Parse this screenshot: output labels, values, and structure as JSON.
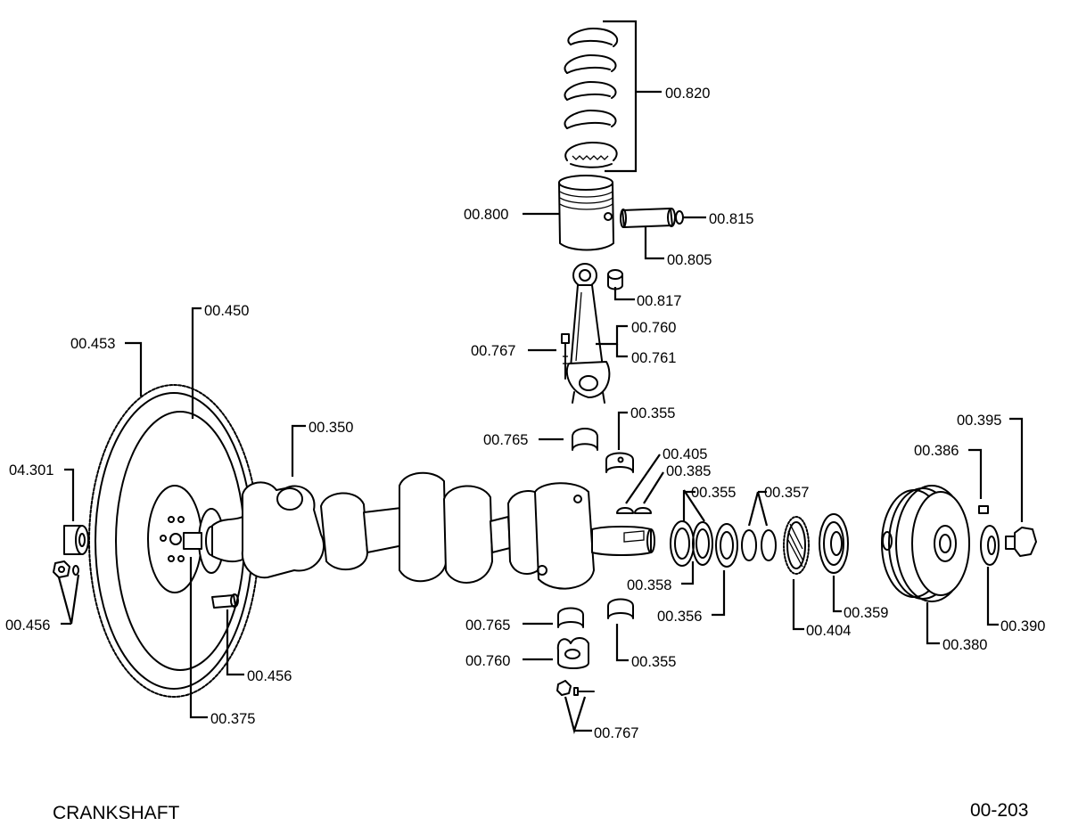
{
  "footer": {
    "title": "CRANKSHAFT",
    "page_code": "00-203"
  },
  "callouts": {
    "c00820": "00.820",
    "c00800": "00.800",
    "c00815": "00.815",
    "c00805": "00.805",
    "c00817": "00.817",
    "c00760_top": "00.760",
    "c00761": "00.761",
    "c00767_top": "00.767",
    "c00450": "00.450",
    "c00453": "00.453",
    "c00350": "00.350",
    "c00355_top": "00.355",
    "c00765_top": "00.765",
    "c00405": "00.405",
    "c00385": "00.385",
    "c00355_mid": "00.355",
    "c00357": "00.357",
    "c00395": "00.395",
    "c00386": "00.386",
    "c04301": "04.301",
    "c00456_left": "00.456",
    "c00456_right": "00.456",
    "c00375": "00.375",
    "c00358": "00.358",
    "c00356": "00.356",
    "c00404": "00.404",
    "c00359": "00.359",
    "c00380": "00.380",
    "c00390": "00.390",
    "c00765_bot": "00.765",
    "c00760_bot": "00.760",
    "c00355_bot": "00.355",
    "c00767_bot": "00.767"
  }
}
